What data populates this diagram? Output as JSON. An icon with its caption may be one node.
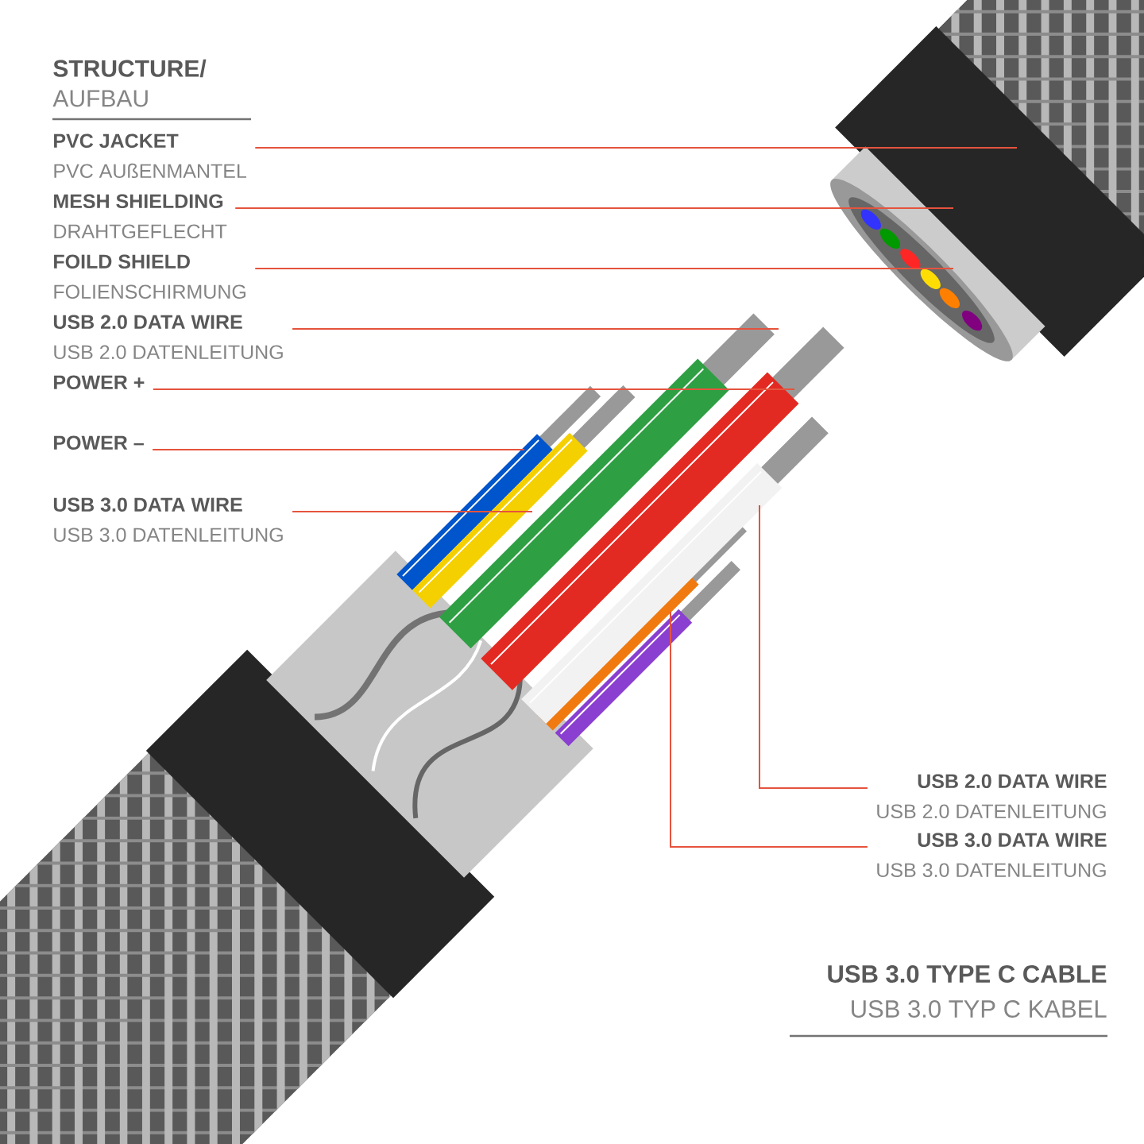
{
  "diagram": {
    "nodes": [
      {
        "text": [
          "PVC JACKET",
          "PVC AUßENMANTEL"
        ]
      },
      {
        "text": [
          "MESH SHIELDING",
          "DRAHTGEFLECHT"
        ]
      },
      {
        "text": [
          "FOILD SHIELD",
          "FOLIENSCHIRMUNG"
        ]
      },
      {
        "text": [
          "USB 2.0 DATA WIRE",
          "USB 2.0 DATENLEITUNG"
        ]
      },
      {
        "text": [
          "POWER +"
        ]
      },
      {
        "text": [
          "POWER –"
        ]
      },
      {
        "text": [
          "USB 3.0 DATA WIRE",
          "USB 3.0 DATENLEITUNG"
        ]
      },
      {
        "text": [
          "USB 2.0 DATA WIRE",
          "USB 2.0 DATENLEITUNG"
        ]
      },
      {
        "text": [
          "USB 3.0 DATA WIRE",
          "USB 3.0 DATENLEITUNG"
        ]
      }
    ],
    "edges": [
      {
        "from": 0,
        "to": null,
        "arrow": "none"
      },
      {
        "from": 1,
        "to": null,
        "arrow": "none"
      },
      {
        "from": 2,
        "to": null,
        "arrow": "none"
      },
      {
        "from": 3,
        "to": null,
        "arrow": "none"
      },
      {
        "from": 4,
        "to": null,
        "arrow": "none"
      },
      {
        "from": 5,
        "to": null,
        "arrow": "none"
      },
      {
        "from": 6,
        "to": null,
        "arrow": "none"
      },
      {
        "from": 7,
        "to": null,
        "arrow": "none"
      },
      {
        "from": 8,
        "to": null,
        "arrow": "none"
      }
    ],
    "labels": [
      "STRUCTURE/",
      "AUFBAU",
      "USB 3.0 TYPE C CABLE",
      "USB 3.0 TYP C KABEL"
    ]
  }
}
